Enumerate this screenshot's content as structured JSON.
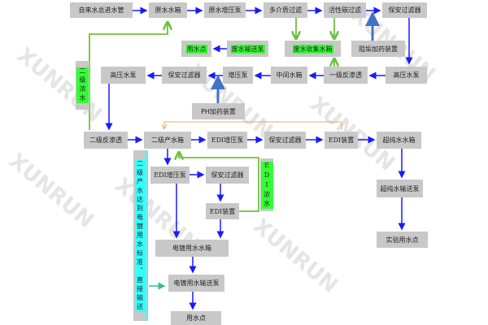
{
  "nodes": {
    "mains": "自来水总进水管",
    "raw_tank": "原水水箱",
    "raw_pump": "原水增压泵",
    "multimedia": "多介质过滤",
    "carbon": "活性碳过滤",
    "security1": "保安过滤器",
    "use_point1": "用水点",
    "waste_pump": "废水输送泵",
    "waste_tank": "废水收集水箱",
    "antiscalant": "阻垢加药装置",
    "hp_pump2": "高压水泵",
    "security2": "保安过滤器",
    "booster": "增压泵",
    "mid_tank": "中间水箱",
    "ro1": "一级反渗透",
    "hp_pump1": "高压水泵",
    "ro2_concentrate": "二级浓水",
    "ph_dosing": "PH加药装置",
    "ro2": "二级反渗透",
    "ro2_tank": "二级产水箱",
    "edi_pump1": "EDI增压泵",
    "security3": "保安过滤器",
    "edi1": "EDI装置",
    "ultra_tank": "超纯水水箱",
    "direct": "二级产水达到电镀用水标准，直接输送",
    "edi_pump2": "EDI增压泵",
    "security4": "保安过滤器",
    "edi2": "EDI装置",
    "edi_concentrate": "EDI浓水",
    "plating_tank": "电镀用水水箱",
    "plating_pump": "电镀用水输送泵",
    "use_point2": "用水点",
    "ultra_pump": "超纯水输送泵",
    "lab_point": "实验用水点"
  },
  "watermark": "XUNRUN",
  "colors": {
    "flow": "#1a1aff",
    "concentrate": "#70c040",
    "dosing": "#4472c4",
    "direct": "#2fbfa0",
    "return": "#f4a460"
  }
}
